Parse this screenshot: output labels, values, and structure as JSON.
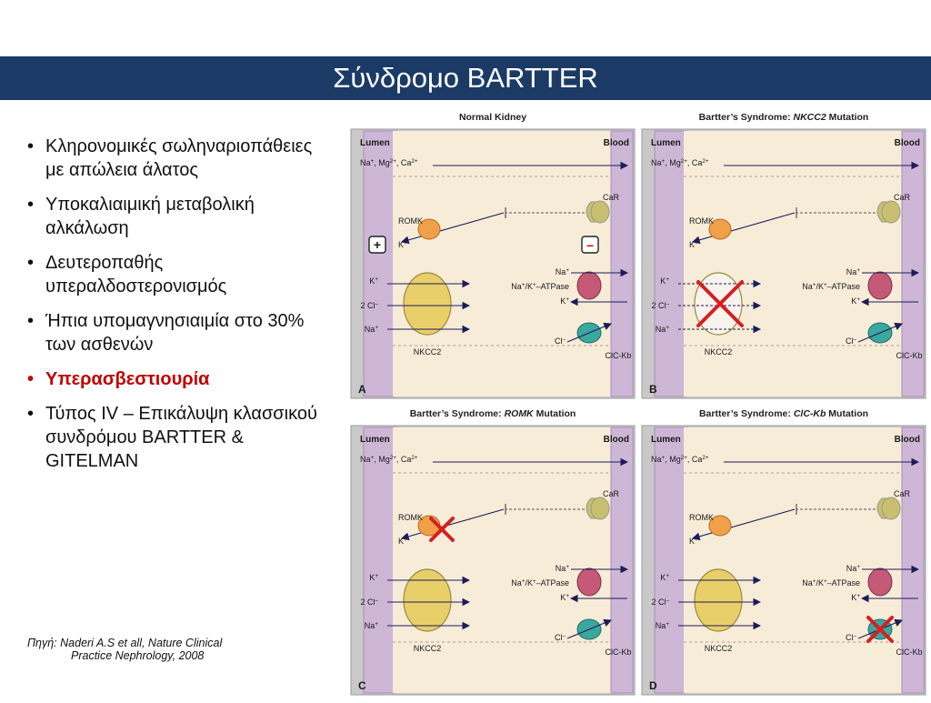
{
  "title": "Σύνδρομο BARTTER",
  "bullets": [
    {
      "text": "Κληρονομικές σωληναριοπάθειες με απώλεια άλατος"
    },
    {
      "text": "Υποκαλιαιμική μεταβολική αλκάλωση"
    },
    {
      "text": "Δευτεροπαθής υπεραλδοστερονισμός"
    },
    {
      "text": "Ήπια υπομαγνησιαιμία στο 30% των ασθενών"
    },
    {
      "text": "Υπερασβεστιουρία",
      "highlight": true
    },
    {
      "text": "Τύπος IV – Επικάλυψη κλασσικού συνδρόμου BARTTER & GITELMAN"
    }
  ],
  "bullet_char": "•",
  "source": {
    "line1": "Πηγή: Naderi A.S et all, Nature Clinical",
    "line2": "Practice Nephrology, 2008"
  },
  "diagram": {
    "labels": {
      "lumen": "Lumen",
      "blood": "Blood",
      "paracellular_pre": "Na",
      "paracellular_sup1": "+",
      "paracellular_mid1": ", Mg",
      "paracellular_sup2": "2+",
      "paracellular_mid2": ", Ca",
      "paracellular_sup3": "2+",
      "car": "CaR",
      "romk": "ROMK",
      "k": "K",
      "cl2": "2 Cl",
      "na": "Na",
      "cl": "Cl",
      "nkcc2": "NKCC2",
      "atpase_pre": "Na",
      "atpase_mid": "/K",
      "atpase_post": "–ATPase",
      "clckb": "ClC-Kb",
      "plus_sign": "+",
      "minus_sign": "–",
      "sup_plus": "+",
      "sup_minus": "–"
    },
    "panels": [
      {
        "id": "A",
        "letter": "A",
        "title_pre": "Normal Kidney",
        "title_italic": "",
        "title_post": "",
        "show_feedback": true,
        "x_nkcc2": false,
        "x_romk": false,
        "x_clckb": false
      },
      {
        "id": "B",
        "letter": "B",
        "title_pre": "Bartter’s Syndrome: ",
        "title_italic": "NKCC2",
        "title_post": " Mutation",
        "show_feedback": false,
        "x_nkcc2": true,
        "x_romk": false,
        "x_clckb": false
      },
      {
        "id": "C",
        "letter": "C",
        "title_pre": "Bartter’s Syndrome: ",
        "title_italic": "ROMK",
        "title_post": " Mutation",
        "show_feedback": false,
        "x_nkcc2": false,
        "x_romk": true,
        "x_clckb": false
      },
      {
        "id": "D",
        "letter": "D",
        "title_pre": "Bartter’s Syndrome: ",
        "title_italic": "ClC-Kb",
        "title_post": " Mutation",
        "show_feedback": false,
        "x_nkcc2": false,
        "x_romk": false,
        "x_clckb": true
      }
    ],
    "colors": {
      "frame": "#c9c9c9",
      "membrane": "#cdb6d6",
      "cell": "#f7ecd8",
      "nkcc2": "#e9cf6a",
      "romk": "#f0a048",
      "atpase": "#c45a78",
      "clckb": "#3aa7a0",
      "car": "#c8c070",
      "arrow": "#1c1c5a",
      "x_mark": "#d42020"
    }
  }
}
